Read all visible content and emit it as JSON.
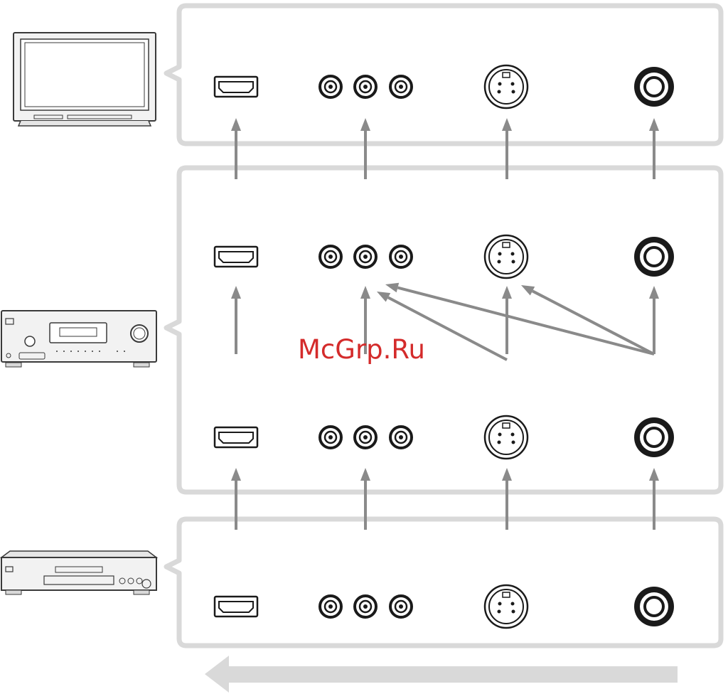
{
  "diagram": {
    "colors": {
      "panel_border": "#d9d9d9",
      "arrow": "#8a8a8a",
      "flow_arrow": "#d9d9d9",
      "connector": "#1a1a1a",
      "device_fill": "#f2f2f2",
      "device_stroke": "#3a3a3a",
      "watermark": "#d42b2b"
    },
    "devices": [
      {
        "id": "tv",
        "icon": "flat-panel-tv-icon"
      },
      {
        "id": "receiver",
        "icon": "av-receiver-icon"
      },
      {
        "id": "player",
        "icon": "dvd-player-icon"
      }
    ],
    "connector_types": [
      "hdmi-port-icon",
      "component-video-jacks-icon",
      "s-video-port-icon",
      "composite-video-jack-icon"
    ],
    "connector_rows": 4,
    "signal_direction": "upward",
    "flow_direction": "left"
  },
  "watermark": "McGrp.Ru"
}
